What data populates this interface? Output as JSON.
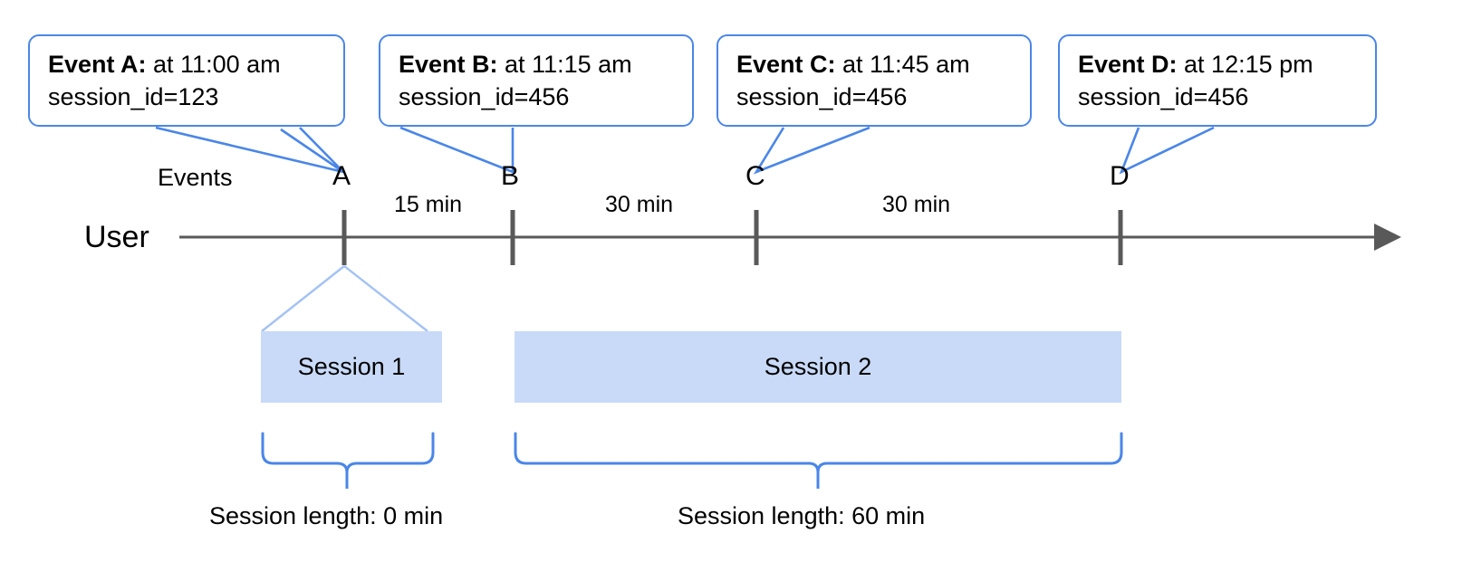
{
  "diagram": {
    "title_colors": {
      "callout_border": "#4a86e8",
      "session_fill": "#c9daf8",
      "axis": "#595959",
      "brace": "#4a86e8",
      "connector": "#a4c2f4"
    },
    "axis": {
      "row_label": "User",
      "events_label": "Events"
    },
    "events": [
      {
        "letter": "A",
        "lead": "Event A:",
        "detail": " at 11:00 am",
        "session_line": "session_id=123"
      },
      {
        "letter": "B",
        "lead": "Event B:",
        "detail": " at 11:15 am",
        "session_line": "session_id=456"
      },
      {
        "letter": "C",
        "lead": "Event C:",
        "detail": " at 11:45 am",
        "session_line": "session_id=456"
      },
      {
        "letter": "D",
        "lead": "Event D:",
        "detail": " at 12:15 pm",
        "session_line": "session_id=456"
      }
    ],
    "intervals": [
      {
        "label": "15 min"
      },
      {
        "label": "30 min"
      },
      {
        "label": "30 min"
      }
    ],
    "sessions": [
      {
        "name": "Session 1",
        "length_label": "Session length: 0 min"
      },
      {
        "name": "Session 2",
        "length_label": "Session length: 60 min"
      }
    ]
  }
}
